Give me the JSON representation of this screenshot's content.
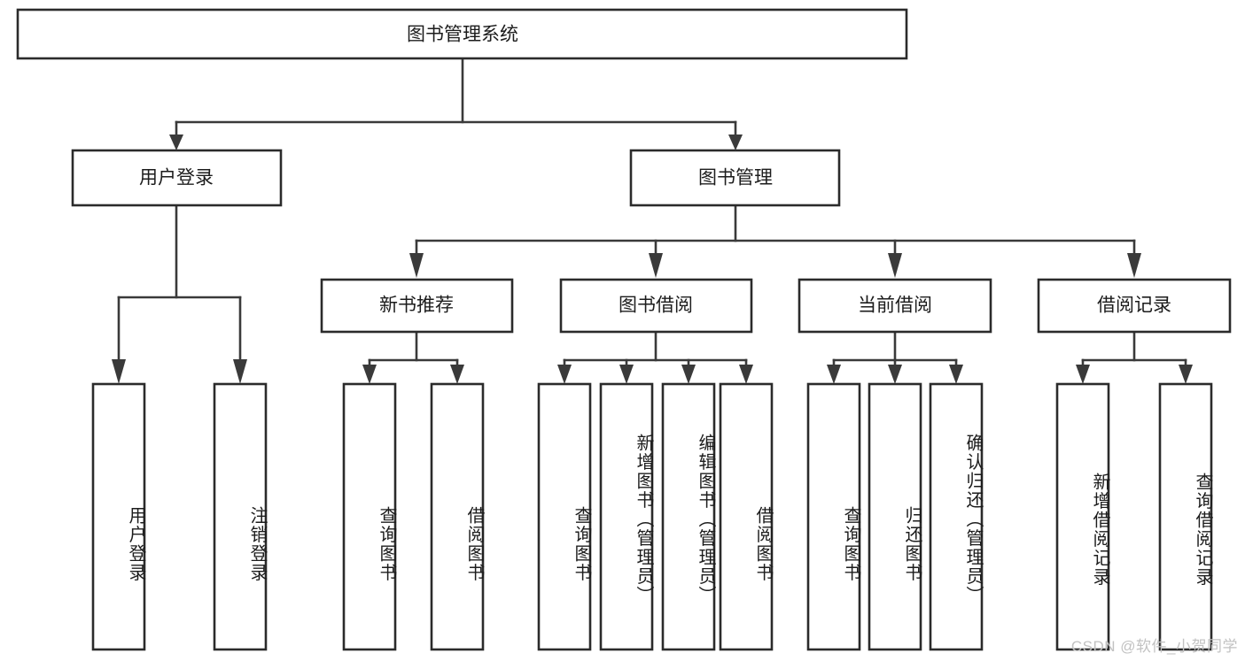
{
  "diagram": {
    "type": "tree",
    "title": "图书管理系统",
    "watermark": "CSDN @软件_小贺同学",
    "colors": {
      "box_fill": "#ffffff",
      "box_stroke": "#2b2b2b",
      "connector": "#3a3a3a",
      "text": "#1c1c1c",
      "watermark": "#c2c2c2"
    },
    "levels": {
      "root": {
        "label": "图书管理系统"
      },
      "level2": [
        {
          "label": "用户登录"
        },
        {
          "label": "图书管理"
        }
      ],
      "level3": [
        {
          "label": "新书推荐"
        },
        {
          "label": "图书借阅"
        },
        {
          "label": "当前借阅"
        },
        {
          "label": "借阅记录"
        }
      ],
      "leaves": {
        "user_login": [
          {
            "label": "用户登录"
          },
          {
            "label": "注销登录"
          }
        ],
        "new_book_recommend": [
          {
            "label": "查询图书"
          },
          {
            "label": "借阅图书"
          }
        ],
        "book_borrow": [
          {
            "label": "查询图书"
          },
          {
            "label": "新增图书（管理员）"
          },
          {
            "label": "编辑图书（管理员）"
          },
          {
            "label": "借阅图书"
          }
        ],
        "current_borrow": [
          {
            "label": "查询图书"
          },
          {
            "label": "归还图书"
          },
          {
            "label": "确认归还（管理员）"
          }
        ],
        "borrow_record": [
          {
            "label": "新增借阅记录"
          },
          {
            "label": "查询借阅记录"
          }
        ]
      }
    }
  }
}
